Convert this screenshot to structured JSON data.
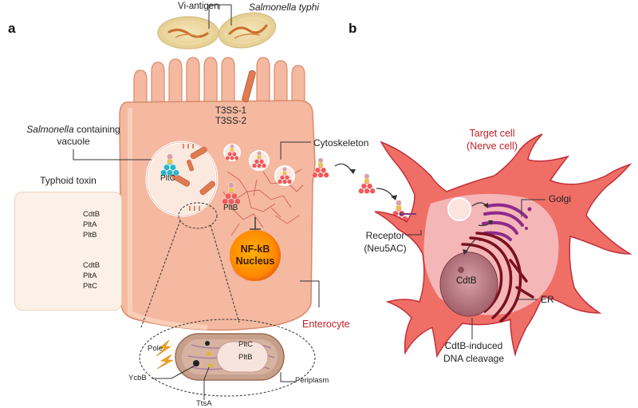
{
  "panels": {
    "a": "a",
    "b": "b"
  },
  "labels": {
    "vi_antigen": "Vi-antigen",
    "salmonella_typhi": "Salmonella typhi",
    "t3ss1": "T3SS-1",
    "t3ss2": "T3SS-2",
    "scv_italic": "Salmonella",
    "scv_rest": " containing",
    "scv_line2": "vacuole",
    "cytoskeleton": "Cytoskeleton",
    "pltc": "PltC",
    "pltb": "PltB",
    "nfkb": "NF-kB",
    "nucleus": "Nucleus",
    "enterocyte": "Enterocyte",
    "pole": "Pole",
    "ycbb": "YcbB",
    "ttsa": "TtsA",
    "periplasm": "Periplasm",
    "bact_pltc": "PltC",
    "bact_pltb": "PltB",
    "target_cell_1": "Target cell",
    "target_cell_2": "(Nerve cell)",
    "golgi": "Golgi",
    "receptor_1": "Receptor",
    "receptor_2": "(Neu5AC)",
    "cdtb": "CdtB",
    "er": "ER",
    "dna_1": "CdtB-induced",
    "dna_2": "DNA cleavage"
  },
  "legend": {
    "title": "Typhoid toxin",
    "toxin1": [
      "CdtB",
      "PltA",
      "PltB"
    ],
    "toxin2": [
      "CdtB",
      "PltA",
      "PltC"
    ]
  },
  "colors": {
    "cell_fill": "#f4b9a0",
    "cell_stroke": "#d98b6c",
    "nerve_fill": "#ef6f66",
    "nerve_stroke": "#c0303a",
    "accent_red": "#c0202a",
    "nucleus": "#ff7a00",
    "golgi": "#8e2a8c",
    "er": "#7a1020",
    "pltb_color": "#ef5a5a",
    "pltc_color": "#2bb5c9",
    "plta_color": "#e8c24a",
    "cdtb_color": "#d9a0a8"
  }
}
